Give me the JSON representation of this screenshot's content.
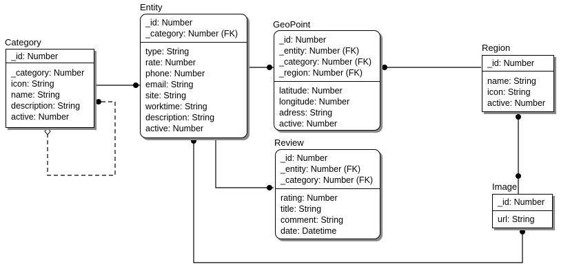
{
  "entities": {
    "category": {
      "title": "Category",
      "keys": [
        "_id: Number"
      ],
      "fields": [
        "_category: Number",
        "icon: String",
        "name: String",
        "description: String",
        "active: Number"
      ]
    },
    "entity": {
      "title": "Entity",
      "keys": [
        "_id: Number",
        "_category: Number (FK)"
      ],
      "fields": [
        "type: String",
        "rate: Number",
        "phone: Number",
        "email: String",
        "site: String",
        "worktime: String",
        "description: String",
        "active: Number"
      ]
    },
    "geopoint": {
      "title": "GeoPoint",
      "keys": [
        "_id: Number",
        "_entity: Number (FK)",
        "_category: Number (FK)",
        "_region: Number (FK)"
      ],
      "fields": [
        "latitude: Number",
        "longitude: Number",
        "adress: String",
        "active: Number"
      ]
    },
    "region": {
      "title": "Region",
      "keys": [
        "_id: Number"
      ],
      "fields": [
        "name: String",
        "icon: String",
        "active: Number"
      ]
    },
    "review": {
      "title": "Review",
      "keys": [
        "_id: Number",
        "_entity: Number (FK)",
        "_category: Number (FK)"
      ],
      "fields": [
        "rating: Number",
        "title: String",
        "comment: String",
        "date: Datetime"
      ]
    },
    "image": {
      "title": "Image",
      "keys": [
        "_id: Number"
      ],
      "fields": [
        "url: String"
      ]
    }
  }
}
